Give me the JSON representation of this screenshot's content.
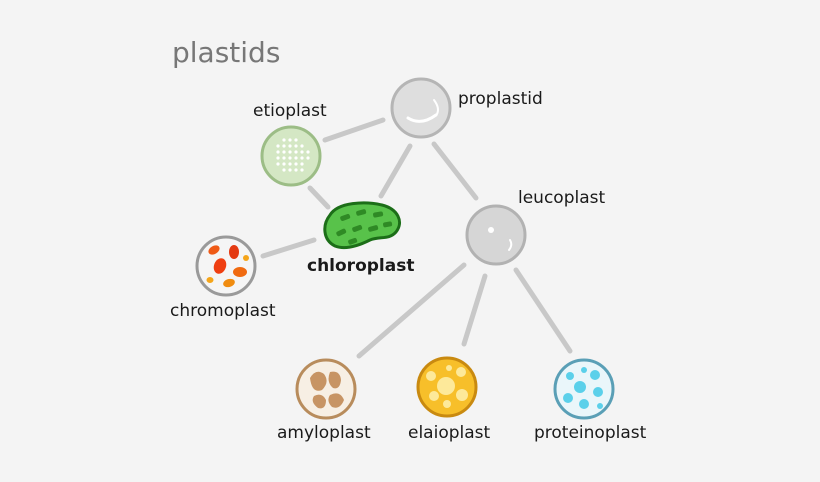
{
  "title": "plastids",
  "labels": {
    "proplastid": "proplastid",
    "etioplast": "etioplast",
    "chloroplast": "chloroplast",
    "leucoplast": "leucoplast",
    "chromoplast": "chromoplast",
    "amyloplast": "amyloplast",
    "elaioplast": "elaioplast",
    "proteinoplast": "proteinoplast"
  },
  "colors": {
    "connector": "#c8c8c8",
    "proplastid": "#dedede",
    "etioplast": "#d4e7c4",
    "chloroplast": "#58c24a",
    "leucoplast": "#d6d6d6",
    "chromoplast": "#f5f5f5",
    "amyloplast": "#f7efe4",
    "elaioplast": "#f7bf2a",
    "proteinoplast": "#eaf6fa"
  }
}
